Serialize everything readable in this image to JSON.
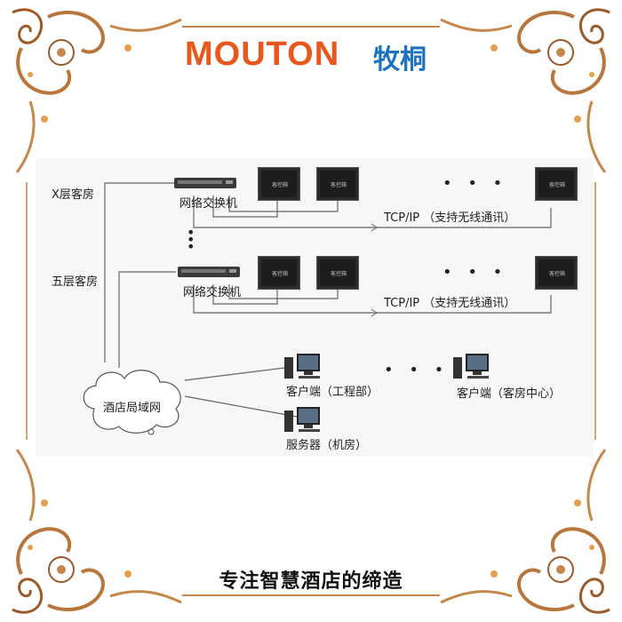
{
  "brand": {
    "logo_en": "MOUTON",
    "logo_cn": "牧桐",
    "logo_en_color": "#e8571c",
    "logo_cn_color": "#1e73be"
  },
  "diagram": {
    "floors": [
      {
        "label": "X层客房",
        "switch_label": "网络交换机",
        "protocol": "TCP/IP （支持无线通讯）",
        "panel_label": "客控箱"
      },
      {
        "label": "五层客房",
        "switch_label": "网络交换机",
        "protocol": "TCP/IP （支持无线通讯）",
        "panel_label": "客控箱"
      }
    ],
    "ellipsis_h": "• • •",
    "lan_label": "酒店局域网",
    "clients": [
      {
        "label": "客户端（工程部）"
      },
      {
        "label": "客户端（客房中心）"
      },
      {
        "label": "服务器（机房）"
      }
    ],
    "clients_ellipsis": "• • •"
  },
  "footer": {
    "slogan": "专注智慧酒店的缔造"
  },
  "icons": [
    "network-switch-icon",
    "control-panel-icon",
    "desktop-computer-icon",
    "cloud-icon",
    "scroll-ornament-icon"
  ]
}
